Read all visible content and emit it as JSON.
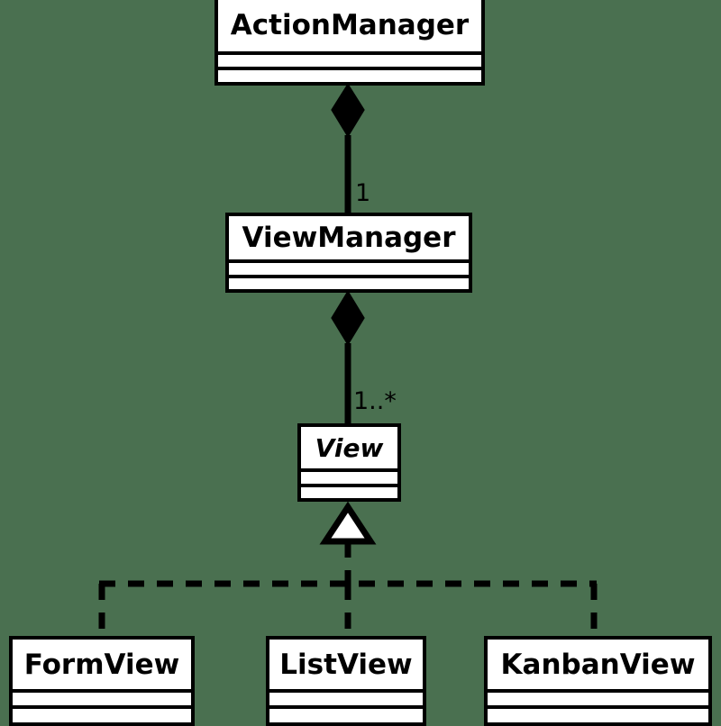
{
  "diagram": {
    "kind": "uml-class-diagram",
    "background_color": "#4a7050",
    "line_color": "#000000",
    "class_fill_color": "#ffffff"
  },
  "classes": {
    "action_manager": {
      "name": "ActionManager",
      "abstract": false,
      "attributes": [],
      "operations": []
    },
    "view_manager": {
      "name": "ViewManager",
      "abstract": false,
      "attributes": [],
      "operations": []
    },
    "view": {
      "name": "View",
      "abstract": true,
      "attributes": [],
      "operations": []
    },
    "form_view": {
      "name": "FormView",
      "abstract": false,
      "attributes": [],
      "operations": []
    },
    "list_view": {
      "name": "ListView",
      "abstract": false,
      "attributes": [],
      "operations": []
    },
    "kanban_view": {
      "name": "KanbanView",
      "abstract": false,
      "attributes": [],
      "operations": []
    }
  },
  "relationships": [
    {
      "id": "actionmanager-viewmanager",
      "type": "composition",
      "from": "ActionManager",
      "to": "ViewManager",
      "multiplicity": "1"
    },
    {
      "id": "viewmanager-view",
      "type": "composition",
      "from": "ViewManager",
      "to": "View",
      "multiplicity": "1..*"
    },
    {
      "id": "formview-view",
      "type": "realization",
      "from": "FormView",
      "to": "View",
      "multiplicity": ""
    },
    {
      "id": "listview-view",
      "type": "realization",
      "from": "ListView",
      "to": "View",
      "multiplicity": ""
    },
    {
      "id": "kanbanview-view",
      "type": "realization",
      "from": "KanbanView",
      "to": "View",
      "multiplicity": ""
    }
  ],
  "multiplicity_labels": {
    "action_view_manager": "1",
    "view_manager_view": "1..*"
  }
}
